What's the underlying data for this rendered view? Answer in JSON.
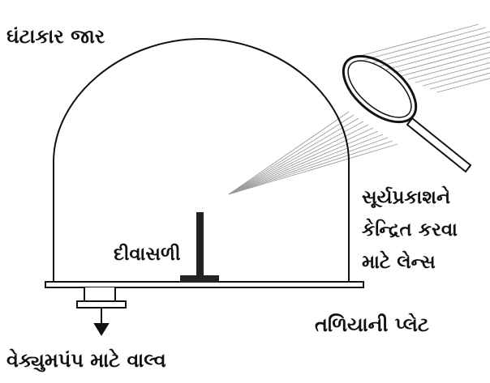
{
  "labels": {
    "bell_jar": "ઘંટાકાર જાર",
    "lens_line1": "સૂર્યપ્રકાશને",
    "lens_line2": "કેન્દ્રિત કરવા",
    "lens_line3": "માટે લેન્સ",
    "matchstick": "દીવાસળી",
    "plate": "તળિયાની પ્લેટ",
    "valve": "વેક્યુમપંપ માટે વાલ્વ"
  },
  "colors": {
    "ink": "#111111",
    "rays": "#9a9a9a",
    "background": "#ffffff"
  },
  "parts": {
    "bell_jar": "bell-jar-outline",
    "lens": "magnifying-lens-icon",
    "match": "matchstick-on-stand",
    "plate": "base-plate",
    "valve": "vacuum-valve-with-arrow"
  }
}
